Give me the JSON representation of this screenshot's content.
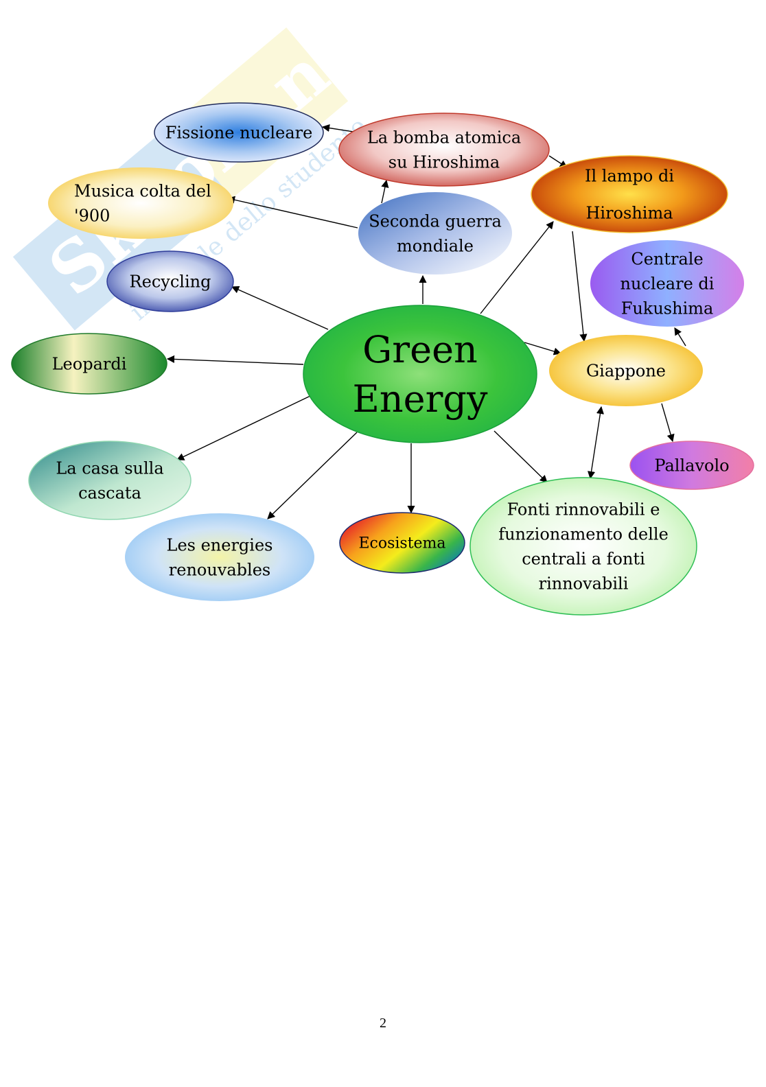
{
  "watermark": {
    "logo": "Skuola.net",
    "tagline": "il portale dello studente"
  },
  "colors": {
    "arrow": "#000000",
    "center": "#3fc23f",
    "watermark_blue": "#3a8fd6",
    "watermark_yellow": "#f1e15a"
  },
  "nodes": [
    {
      "id": "center",
      "lines": [
        "Green",
        "Energy"
      ]
    },
    {
      "id": "fissione",
      "lines": [
        "Fissione nucleare"
      ]
    },
    {
      "id": "bomba",
      "lines": [
        "La bomba atomica",
        "su Hiroshima"
      ]
    },
    {
      "id": "lampo",
      "lines": [
        "Il lampo di",
        "Hiroshima"
      ]
    },
    {
      "id": "musica",
      "lines": [
        "Musica colta del",
        "'900"
      ]
    },
    {
      "id": "seconda",
      "lines": [
        "Seconda guerra",
        "mondiale"
      ]
    },
    {
      "id": "recycling",
      "lines": [
        "Recycling"
      ]
    },
    {
      "id": "fukushima",
      "lines": [
        "Centrale",
        "nucleare di",
        "Fukushima"
      ]
    },
    {
      "id": "leopardi",
      "lines": [
        "Leopardi"
      ]
    },
    {
      "id": "giappone",
      "lines": [
        "Giappone"
      ]
    },
    {
      "id": "casa",
      "lines": [
        "La casa sulla",
        "cascata"
      ]
    },
    {
      "id": "pallavolo",
      "lines": [
        "Pallavolo"
      ]
    },
    {
      "id": "energies",
      "lines": [
        "Les energies",
        "renouvables"
      ]
    },
    {
      "id": "ecosistema",
      "lines": [
        "Ecosistema"
      ]
    },
    {
      "id": "fonti",
      "lines": [
        "Fonti rinnovabili e",
        "funzionamento delle",
        "centrali a fonti",
        "rinnovabili"
      ]
    }
  ],
  "edges": [
    {
      "from": "center",
      "to": "seconda"
    },
    {
      "from": "seconda",
      "to": "bomba"
    },
    {
      "from": "seconda",
      "to": "musica"
    },
    {
      "from": "bomba",
      "to": "fissione"
    },
    {
      "from": "bomba",
      "to": "lampo"
    },
    {
      "from": "center",
      "to": "lampo"
    },
    {
      "from": "lampo",
      "to": "giappone"
    },
    {
      "from": "center",
      "to": "recycling"
    },
    {
      "from": "center",
      "to": "leopardi"
    },
    {
      "from": "center",
      "to": "giappone"
    },
    {
      "from": "giappone",
      "to": "fukushima"
    },
    {
      "from": "giappone",
      "to": "pallavolo"
    },
    {
      "from": "giappone",
      "to": "fonti",
      "bidirectional": true
    },
    {
      "from": "center",
      "to": "casa"
    },
    {
      "from": "center",
      "to": "energies"
    },
    {
      "from": "center",
      "to": "ecosistema"
    },
    {
      "from": "center",
      "to": "fonti"
    }
  ],
  "page_number": "2"
}
